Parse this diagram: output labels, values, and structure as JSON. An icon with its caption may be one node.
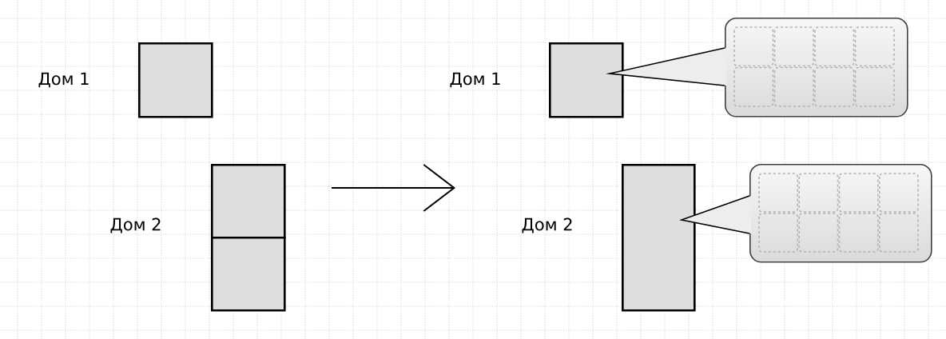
{
  "diagram": {
    "nodes": [
      {
        "text": [],
        "shape": "box",
        "beside": [
          "Дом 1"
        ]
      },
      {
        "text": [],
        "shape": "box",
        "beside": [
          "Дом 2"
        ]
      },
      {
        "text": [],
        "shape": "box"
      },
      {
        "text": [],
        "shape": "box",
        "beside": [
          "Дом 1"
        ]
      },
      {
        "text": [],
        "shape": "box",
        "beside": [
          "Дом 2"
        ]
      },
      {
        "text": [],
        "shape": "callout"
      },
      {
        "text": [],
        "shape": "callout"
      }
    ]
  }
}
